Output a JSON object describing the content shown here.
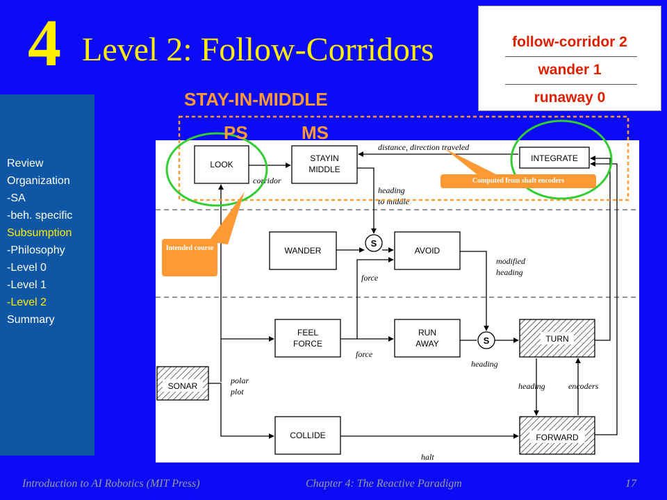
{
  "slide": {
    "number": "4",
    "title": "Level 2: Follow-Corridors"
  },
  "legend": {
    "items": [
      "follow-corridor 2",
      "wander 1",
      "runaway  0"
    ]
  },
  "sidebar": {
    "items": [
      "Review",
      "Organization",
      "-SA",
      "-beh. specific",
      "Subsumption",
      "-Philosophy",
      "-Level 0",
      "-Level 1",
      "-Level 2",
      "Summary"
    ],
    "highlighted": [
      "Subsumption",
      "-Level 2"
    ]
  },
  "annotations": {
    "stay_in_middle": "STAY-IN-MIDDLE",
    "ps": "PS",
    "ms": "MS",
    "computed": "Computed from shaft encoders",
    "intended": "Intended course"
  },
  "diagram": {
    "boxes": {
      "look": "LOOK",
      "stayin1": "STAYIN",
      "stayin2": "MIDDLE",
      "integrate": "INTEGRATE",
      "wander": "WANDER",
      "avoid": "AVOID",
      "feel1": "FEEL",
      "feel2": "FORCE",
      "run1": "RUN",
      "run2": "AWAY",
      "turn": "TURN",
      "sonar": "SONAR",
      "collide": "COLLIDE",
      "forward": "FORWARD"
    },
    "suppressor": "S",
    "labels": {
      "distance": "distance, direction traveled",
      "corridor": "corridor",
      "heading_mid1": "heading",
      "heading_mid2": "to middle",
      "modified1": "modified",
      "modified2": "heading",
      "force1": "force",
      "force2": "force",
      "heading_run": "heading",
      "heading_turn": "heading",
      "encoders": "encoders",
      "polar1": "polar",
      "polar2": "plot",
      "halt": "halt"
    }
  },
  "colors": {
    "background": "#0b0bf5",
    "title": "#ffee00",
    "accent": "#ff9933",
    "legend_text": "#e01e00",
    "sidebar": "#0f57a4",
    "circle": "#33cc33"
  },
  "footer": {
    "left": "Introduction to AI Robotics (MIT Press)",
    "center": "Chapter 4: The Reactive Paradigm",
    "page": "17"
  }
}
